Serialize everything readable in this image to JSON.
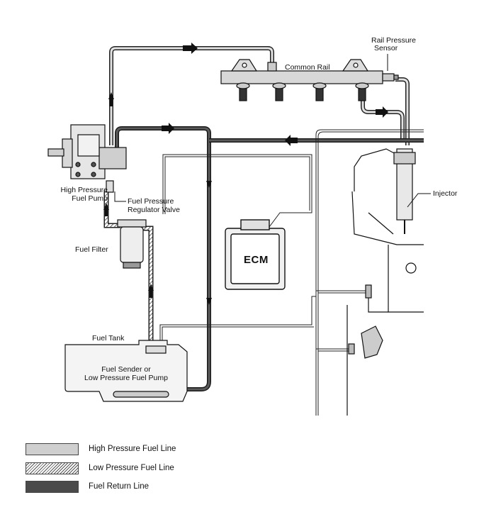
{
  "labels": {
    "common_rail": "Common Rail",
    "rail_pressure_sensor_line1": "Rail Pressure",
    "rail_pressure_sensor_line2": "Sensor",
    "injector": "Injector",
    "high_pressure_pump_line1": "High Pressure",
    "high_pressure_pump_line2": "Fuel Pump",
    "regulator_line1": "Fuel Pressure",
    "regulator_line2": "Regulator Valve",
    "fuel_filter": "Fuel Filter",
    "ecm": "ECM",
    "fuel_tank": "Fuel Tank",
    "sender_line1": "Fuel Sender or",
    "sender_line2": "Low Pressure Fuel Pump"
  },
  "legend": [
    {
      "label": "High Pressure Fuel Line",
      "swatch": "high",
      "color": "#cfcfcf"
    },
    {
      "label": "Low Pressure Fuel Line",
      "swatch": "low",
      "color": "#555555"
    },
    {
      "label": "Fuel Return Line",
      "swatch": "return",
      "color": "#4a4a4a"
    }
  ]
}
